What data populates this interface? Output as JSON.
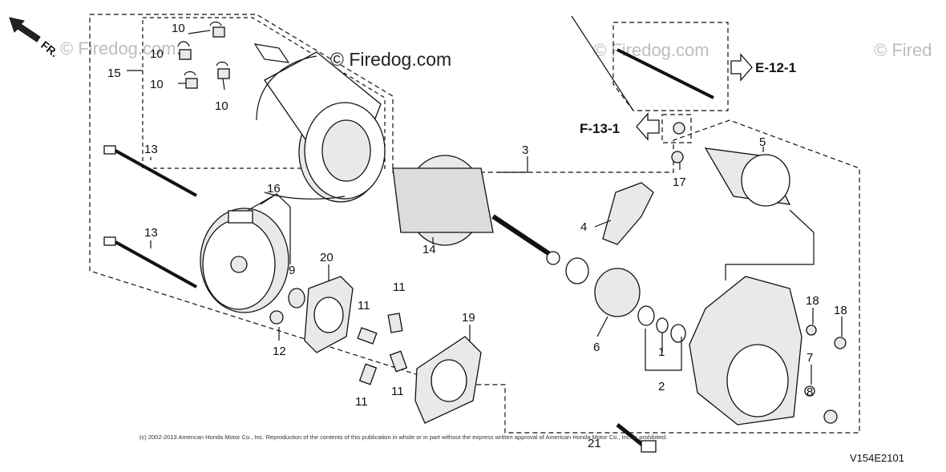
{
  "watermarks": {
    "main": "© Firedog.com",
    "faint_left": "© Firedog.com",
    "faint_mid": "© Firedog.com",
    "faint_right": "© Fired"
  },
  "orientation": {
    "label": "FR."
  },
  "references": {
    "e12": "E-12-1",
    "f13": "F-13-1"
  },
  "callouts": {
    "c1": "1",
    "c2": "2",
    "c3": "3",
    "c4": "4",
    "c5": "5",
    "c6": "6",
    "c7": "7",
    "c8": "8",
    "c9": "9",
    "c10a": "10",
    "c10b": "10",
    "c10c": "10",
    "c10d": "10",
    "c11a": "11",
    "c11b": "11",
    "c11c": "11",
    "c11d": "11",
    "c12": "12",
    "c13a": "13",
    "c13b": "13",
    "c14": "14",
    "c15": "15",
    "c16": "16",
    "c17": "17",
    "c18a": "18",
    "c18b": "18",
    "c19": "19",
    "c20": "20",
    "c21": "21"
  },
  "copyright": "(c) 2002-2013 American Honda Motor Co., Inc. Reproduction of the contents of this publication in whole or in part without the express written approval of American Honda Motor Co., Inc. is prohibited.",
  "diagram_code": "V154E2101"
}
